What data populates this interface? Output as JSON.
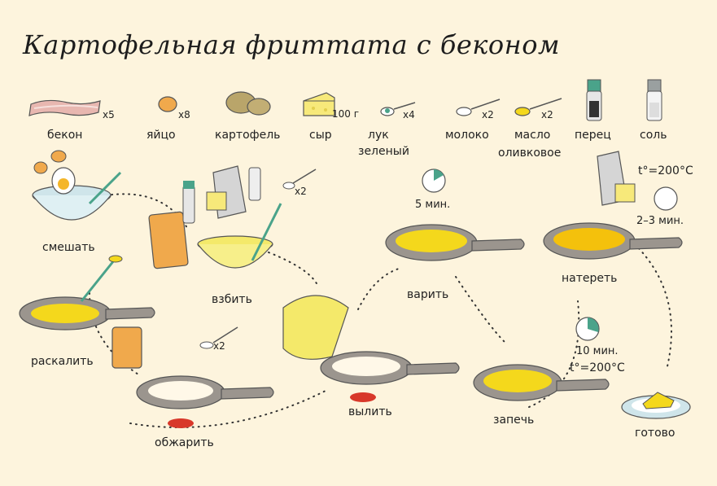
{
  "title": "Картофельная фриттата с беконом",
  "ingredients": [
    {
      "name": "бекон",
      "qty": "x5"
    },
    {
      "name": "яйцо",
      "qty": "x8"
    },
    {
      "name": "картофель",
      "qty": ""
    },
    {
      "name": "сыр",
      "qty": "100 г"
    },
    {
      "name": "лук зеленый",
      "line1": "лук",
      "line2": "зеленый",
      "qty": "x4"
    },
    {
      "name": "молоко",
      "qty": "x2"
    },
    {
      "name": "масло оливковое",
      "line1": "масло",
      "line2": "оливковое",
      "qty": "x2"
    },
    {
      "name": "перец",
      "qty": ""
    },
    {
      "name": "соль",
      "qty": ""
    }
  ],
  "steps": {
    "mix": "смешать",
    "whisk": "взбить",
    "whisk_qty": "x2",
    "heat": "раскалить",
    "fry": "обжарить",
    "fry_qty": "x2",
    "pour": "вылить",
    "cook": "варить",
    "cook_time": "5 мин.",
    "grate": "натереть",
    "grate_temp": "t°=200°C",
    "grate_time": "2–3 мин.",
    "bake": "запечь",
    "bake_time": "10 мин.",
    "bake_temp": "t°=200°C",
    "done": "готово"
  },
  "colors": {
    "background": "#fdf4dd",
    "pan": "#9b958e",
    "egg": "#f4d81c",
    "bacon": "#e8b7b0",
    "potato": "#b9a56a",
    "cheese": "#f7e97a",
    "flame": "#d8382a",
    "herb": "#4aa38a"
  }
}
